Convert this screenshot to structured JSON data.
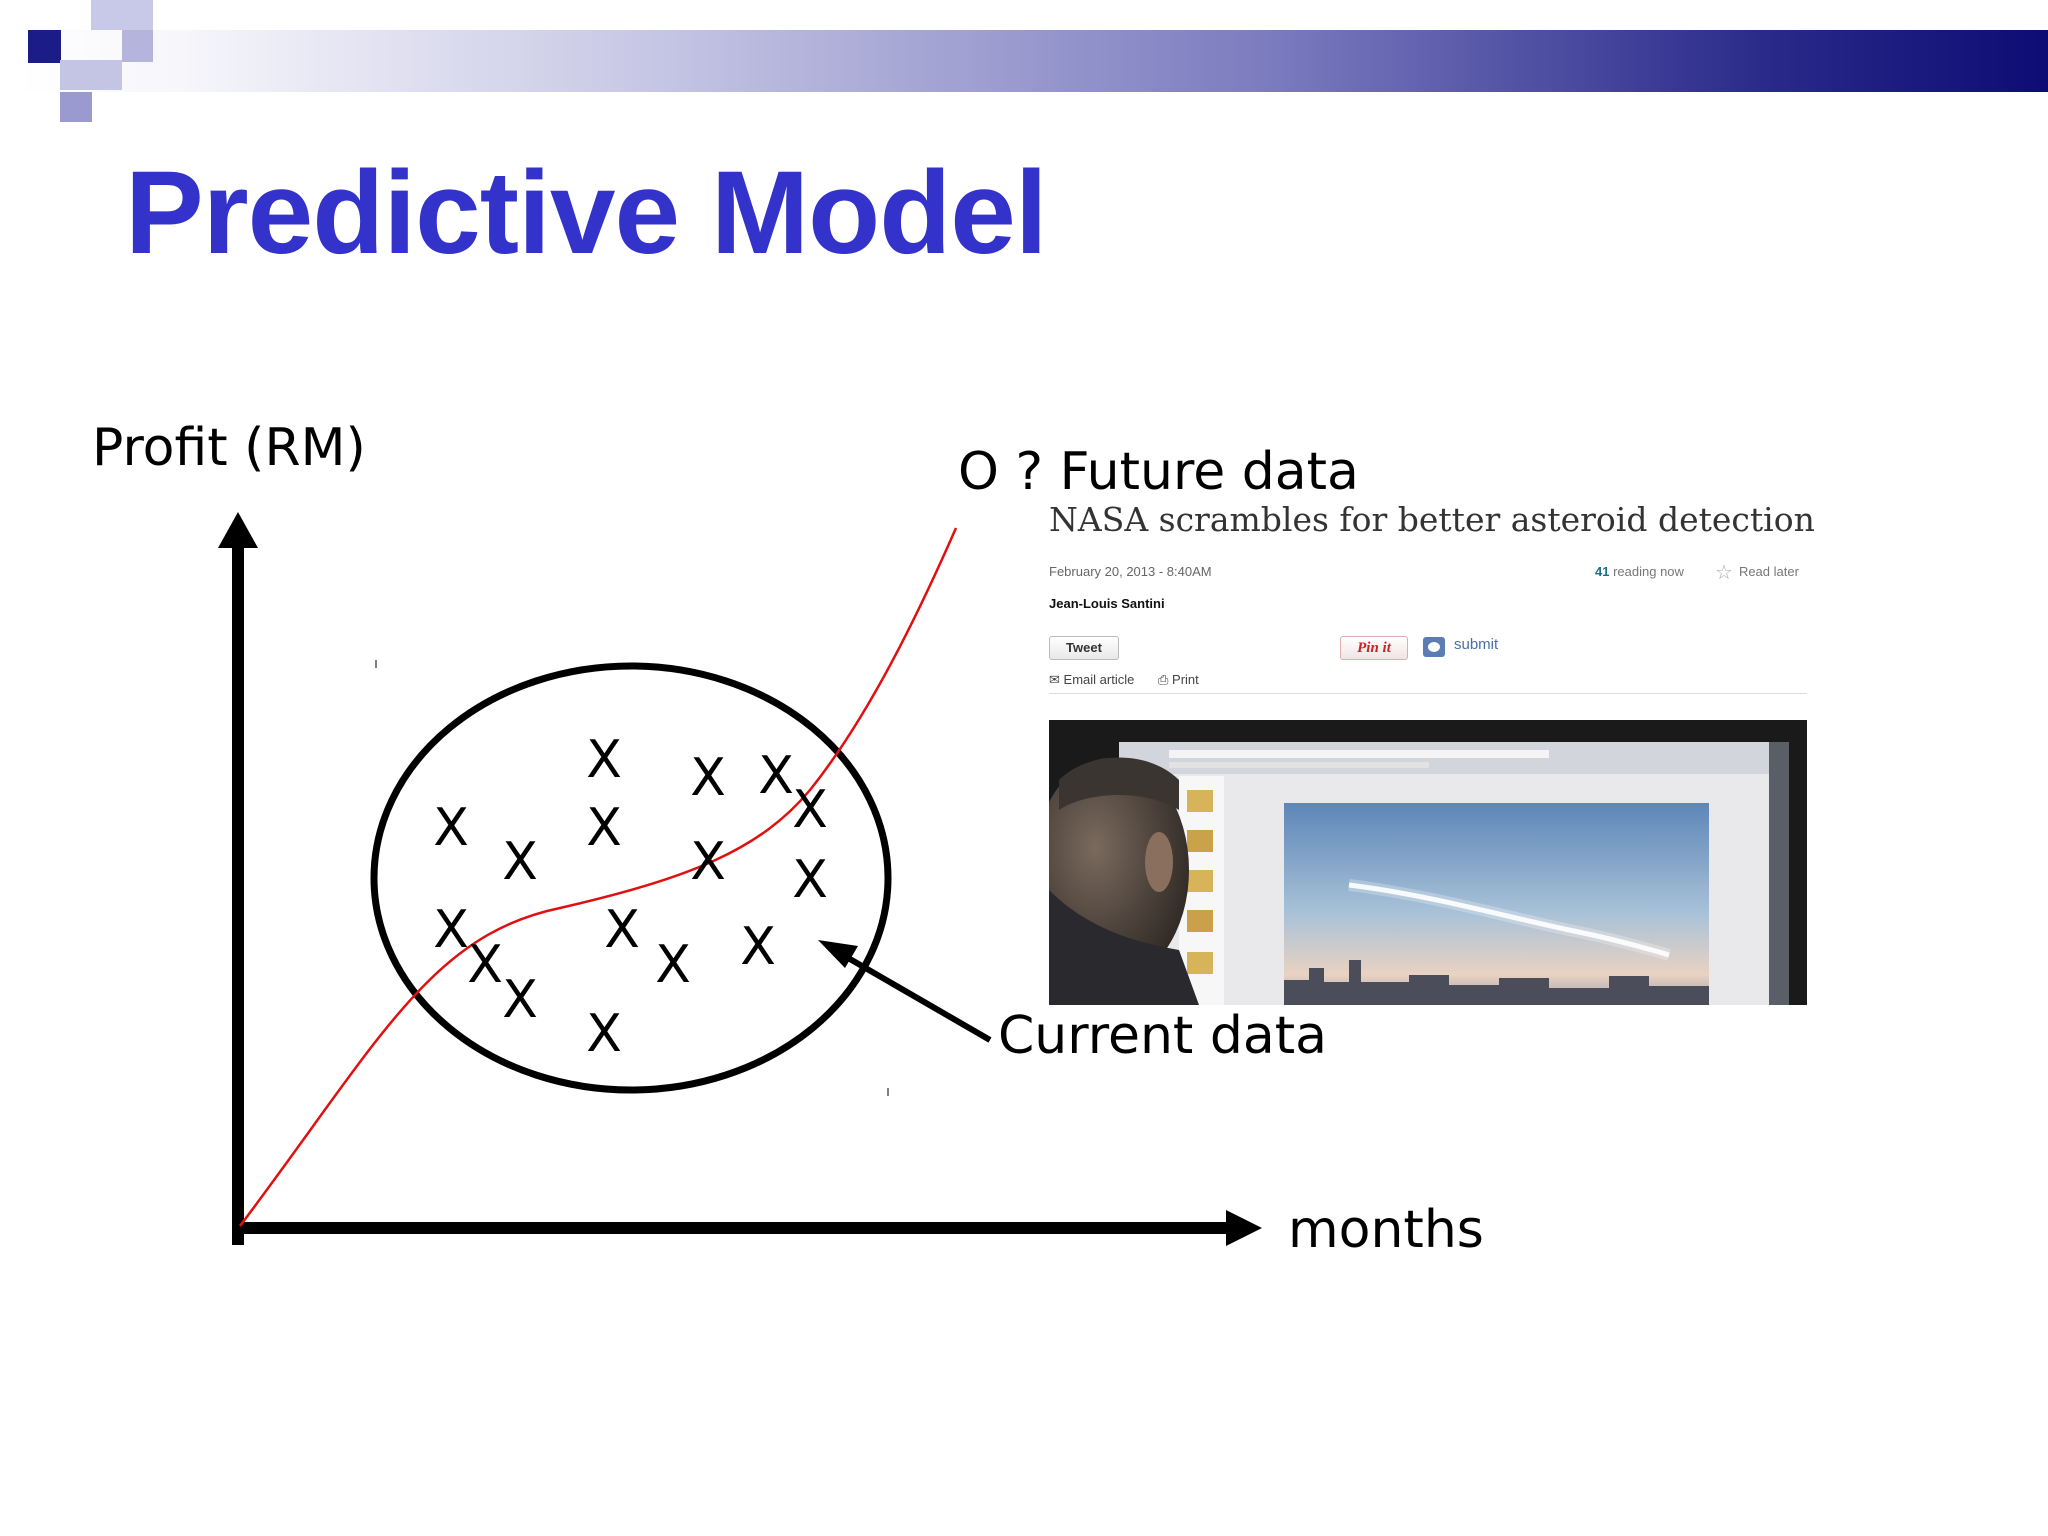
{
  "slide": {
    "title": "Predictive Model",
    "header_colors": {
      "bar_start": "#ffffff",
      "bar_end": "#0c0c74",
      "square_dark": "#1c1c88",
      "square_light": "#b4b4dc"
    }
  },
  "diagram": {
    "y_axis_label": "Profit (RM)",
    "x_axis_label": "months",
    "future_label": "O ? Future data",
    "current_label": "Current data",
    "point_mark": "X",
    "trend_color": "#e01010"
  },
  "article": {
    "headline": "NASA scrambles for better asteroid detection",
    "date": "February 20, 2013 - 8:40AM",
    "reading_count": "41",
    "reading_suffix": "reading now",
    "read_later": "Read later",
    "author": "Jean-Louis Santini",
    "tweet_label": "Tweet",
    "pin_label": "Pin it",
    "submit_label": "submit",
    "email_label": "Email article",
    "print_label": "Print"
  }
}
